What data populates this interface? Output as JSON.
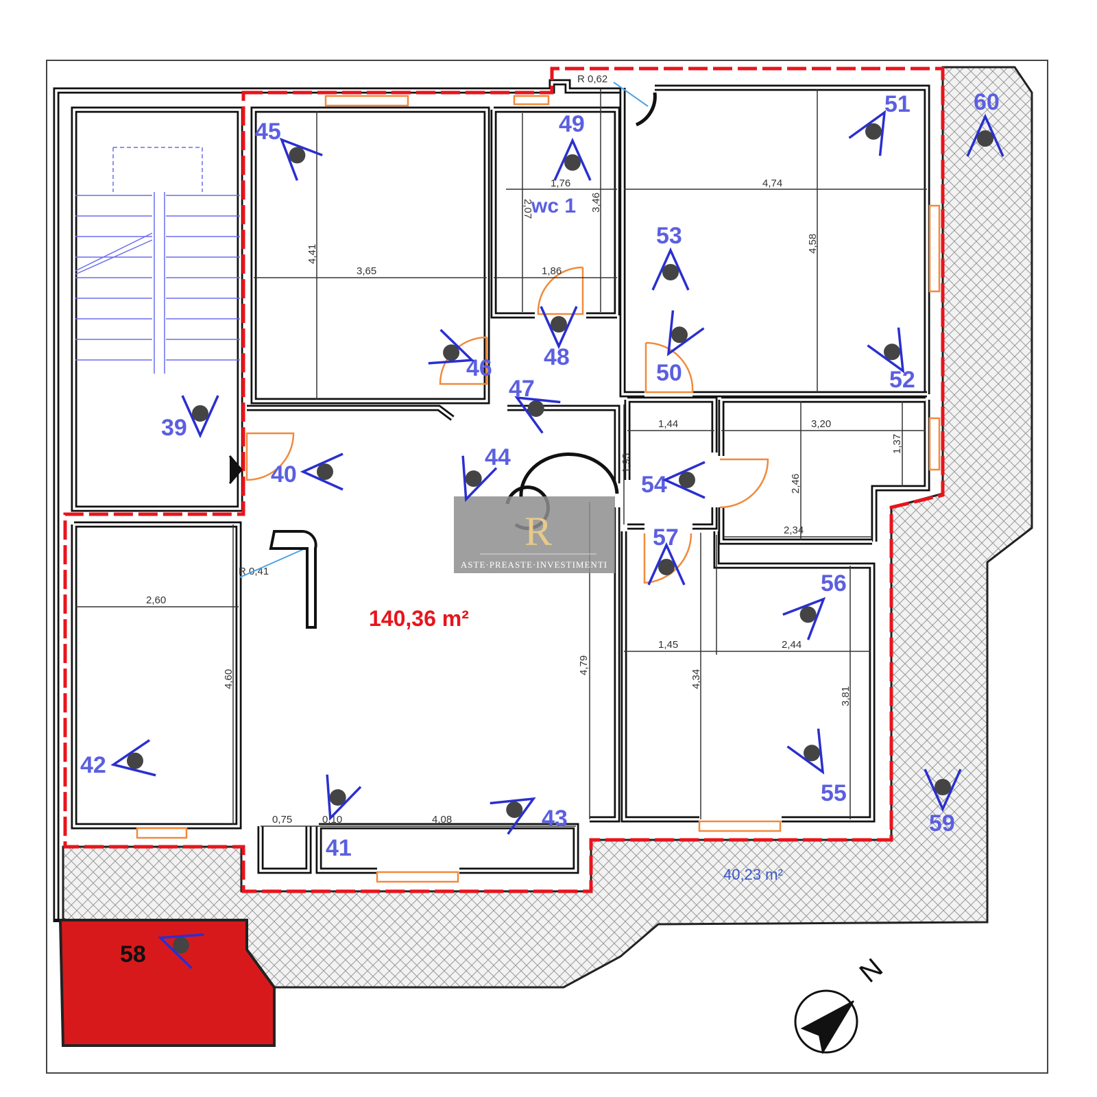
{
  "plan": {
    "main_area": "140,36 m²",
    "terrace_area": "40,23 m²",
    "wc_label": "wc 1",
    "radius_top": "R 0,62",
    "radius_left": "R 0,41",
    "compass_label": "N",
    "watermark": "Aste·Preaste·Investimenti",
    "colors": {
      "boundary": "#e8141c",
      "camera": "#2a2fd0",
      "storage": "#d8191b",
      "windows": "#f08a3c",
      "stairs": "#6b6cf0"
    }
  },
  "dims": [
    "4,41",
    "3,65",
    "1,76",
    "2,07",
    "3,46",
    "1,86",
    "4,74",
    "4,58",
    "1,44",
    "3,20",
    "1,93",
    "2,46",
    "1,37",
    "2,34",
    "2,60",
    "4,60",
    "4,79",
    "1,45",
    "2,44",
    "4,34",
    "3,81",
    "0,75",
    "0,10",
    "4,08"
  ],
  "cameras": [
    "39",
    "40",
    "41",
    "42",
    "43",
    "44",
    "45",
    "46",
    "47",
    "48",
    "49",
    "50",
    "51",
    "52",
    "53",
    "54",
    "55",
    "56",
    "57",
    "58",
    "59",
    "60"
  ]
}
